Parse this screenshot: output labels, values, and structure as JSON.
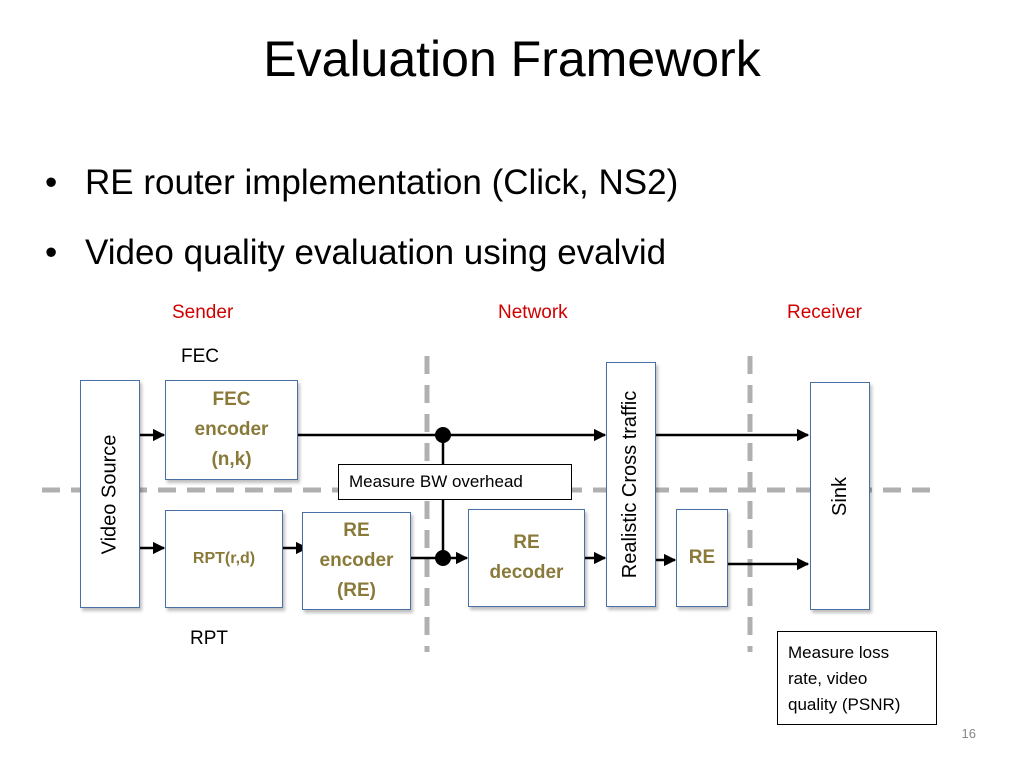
{
  "title": "Evaluation Framework",
  "bullets": [
    "RE router implementation (Click, NS2)",
    "Video quality evaluation using evalvid"
  ],
  "bullet_glyph": "•",
  "sections": {
    "sender": "Sender",
    "network": "Network",
    "receiver": "Receiver"
  },
  "labels": {
    "fec": "FEC",
    "rpt": "RPT"
  },
  "boxes": {
    "video_source": "Video Source",
    "fec_encoder": [
      "FEC",
      "encoder",
      "(n,k)"
    ],
    "rpt": "RPT(r,d)",
    "re_encoder": [
      "RE",
      "encoder",
      "(RE)"
    ],
    "re_decoder": [
      "RE",
      "decoder"
    ],
    "cross_traffic": "Realistic Cross traffic",
    "re": "RE",
    "sink": "Sink"
  },
  "notes": {
    "bw_overhead": "Measure BW overhead",
    "loss_rate": [
      "Measure loss",
      "rate, video",
      "quality (PSNR)"
    ]
  },
  "page_number": "16",
  "colors": {
    "section_label": "#d00000",
    "box_text": "#8a7a3a",
    "box_border": "#4a6fa5",
    "dashed_line": "#b0b0b0"
  }
}
